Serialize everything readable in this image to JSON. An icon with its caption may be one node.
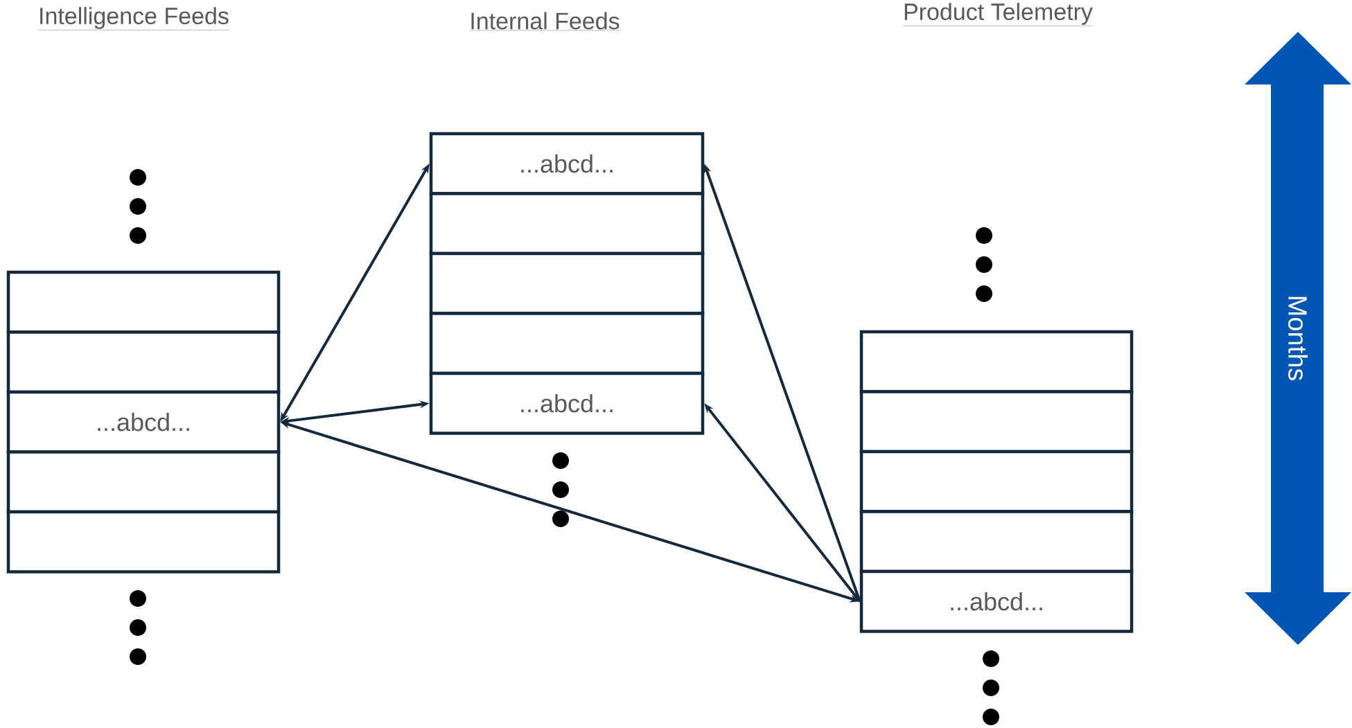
{
  "diagram": {
    "nodes": [
      {
        "text": [],
        "shape": "box"
      },
      {
        "text": [],
        "shape": "box"
      },
      {
        "text": [
          "...abcd..."
        ]
      },
      {
        "text": [],
        "shape": "box"
      },
      {
        "text": [],
        "shape": "box"
      },
      {
        "text": [
          "...abcd..."
        ]
      },
      {
        "text": [],
        "shape": "box"
      },
      {
        "text": [],
        "shape": "box"
      },
      {
        "text": [],
        "shape": "box"
      },
      {
        "text": [
          "...abcd..."
        ]
      },
      {
        "text": [],
        "shape": "box"
      },
      {
        "text": [],
        "shape": "box"
      },
      {
        "text": [],
        "shape": "box"
      },
      {
        "text": [],
        "shape": "box"
      },
      {
        "text": [
          "...abcd..."
        ]
      },
      {
        "text": [
          "Months"
        ]
      }
    ],
    "edges": [
      {
        "from": 2,
        "to": 5,
        "arrow": "both"
      },
      {
        "from": 2,
        "to": 9,
        "arrow": "both"
      },
      {
        "from": 2,
        "to": 14,
        "arrow": "both"
      },
      {
        "from": 14,
        "to": 5,
        "arrow": "to"
      },
      {
        "from": 14,
        "to": 9,
        "arrow": "to"
      }
    ],
    "labels": [
      "Intelligence Feeds",
      "Internal Feeds",
      "Product Telemetry"
    ]
  }
}
